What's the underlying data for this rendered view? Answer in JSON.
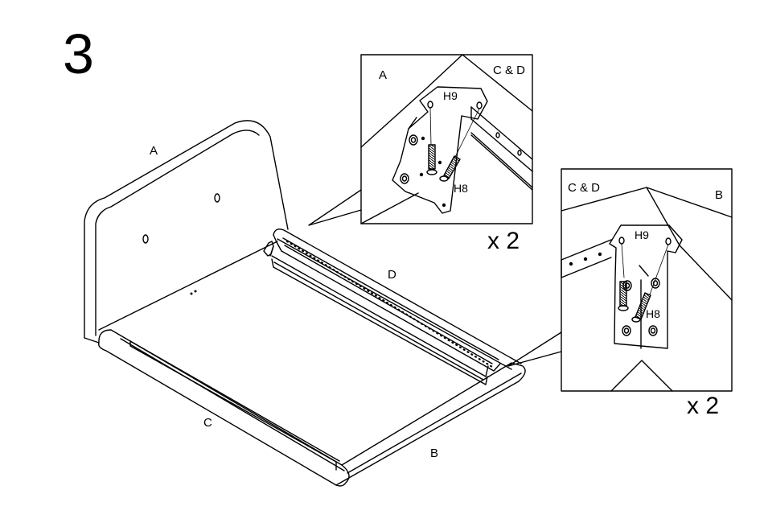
{
  "step_number": "3",
  "main_labels": {
    "a": "A",
    "b": "B",
    "c": "C",
    "d": "D"
  },
  "detail_top": {
    "label_a": "A",
    "label_cd": "C & D",
    "bracket": "H9",
    "screw": "H8",
    "count": "x 2"
  },
  "detail_right": {
    "label_cd": "C & D",
    "label_b": "B",
    "bracket": "H9",
    "screw": "H8",
    "count": "x 2"
  },
  "colors": {
    "line": "#000000",
    "background": "#ffffff"
  }
}
